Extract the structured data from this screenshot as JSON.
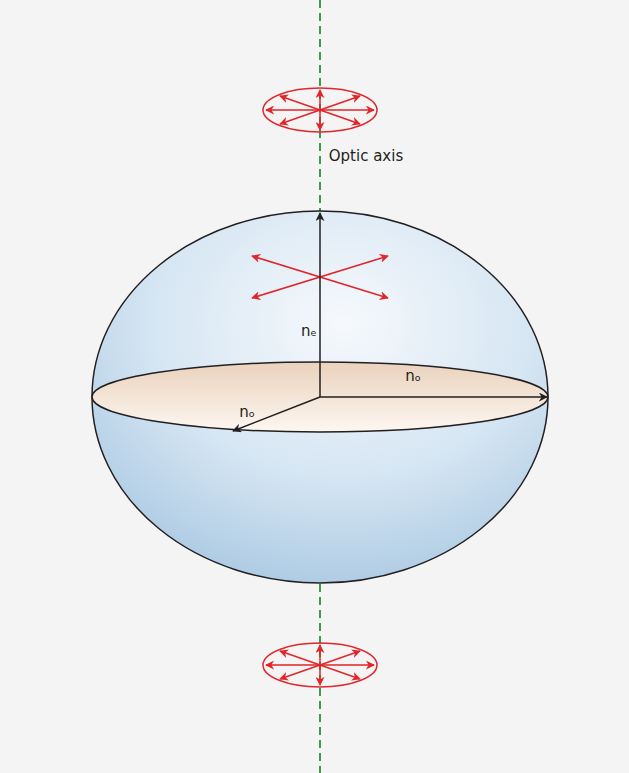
{
  "diagram": {
    "labels": [
      "Optic axis",
      "nₑ",
      "nₒ",
      "nₒ"
    ]
  }
}
